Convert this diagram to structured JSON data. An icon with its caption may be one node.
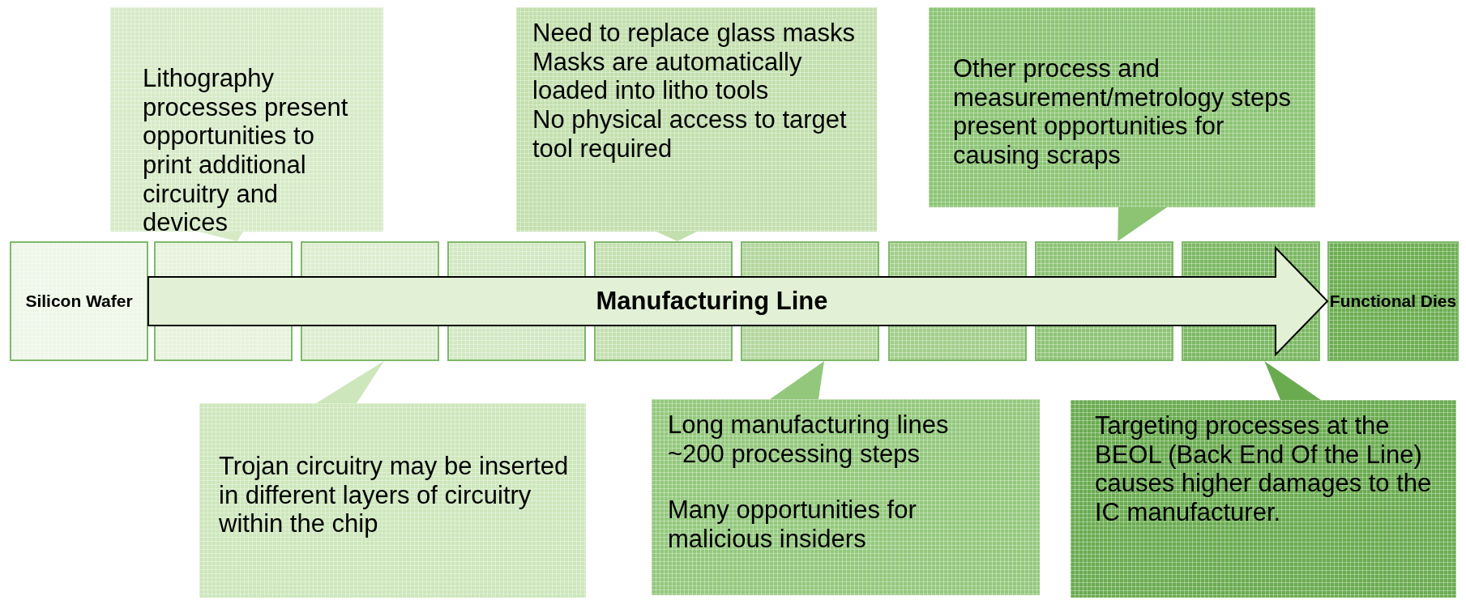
{
  "diagram": {
    "nodes": [
      {
        "text": [
          "Silicon Wafer"
        ]
      },
      {
        "text": [],
        "shape": "box"
      },
      {
        "text": [],
        "shape": "box"
      },
      {
        "text": [],
        "shape": "box"
      },
      {
        "text": [],
        "shape": "box"
      },
      {
        "text": [],
        "shape": "box"
      },
      {
        "text": [],
        "shape": "box"
      },
      {
        "text": [],
        "shape": "box"
      },
      {
        "text": [],
        "shape": "box"
      },
      {
        "text": [
          "Functional Dies"
        ]
      },
      {
        "text": [
          "Lithography processes present opportunities to print additional circuitry and devices"
        ]
      },
      {
        "text": [
          "Need to replace glass masks",
          "Masks are automatically loaded into litho tools",
          "No physical access to target tool required"
        ]
      },
      {
        "text": [
          "Other process and measurement/metrology steps present opportunities for causing scraps"
        ]
      },
      {
        "text": [
          "Trojan circuitry may be inserted in different layers of circuitry within the chip"
        ]
      },
      {
        "text": [
          "Long manufacturing lines",
          "~200 processing steps",
          "Many opportunities for malicious insiders"
        ]
      },
      {
        "text": [
          "Targeting processes at the BEOL (Back End Of the Line) causes higher damages to the IC manufacturer."
        ]
      }
    ],
    "edges": [
      {
        "from": 0,
        "to": 9,
        "arrow": "to",
        "label": "Manufacturing Line",
        "style": "thick"
      },
      {
        "from": 10,
        "to": 1,
        "arrow": "to"
      },
      {
        "from": 11,
        "to": 4,
        "arrow": "to"
      },
      {
        "from": 12,
        "to": 7,
        "arrow": "to"
      },
      {
        "from": 13,
        "to": 2,
        "arrow": "to"
      },
      {
        "from": 14,
        "to": 5,
        "arrow": "to"
      },
      {
        "from": 15,
        "to": 8,
        "arrow": "to"
      }
    ]
  }
}
